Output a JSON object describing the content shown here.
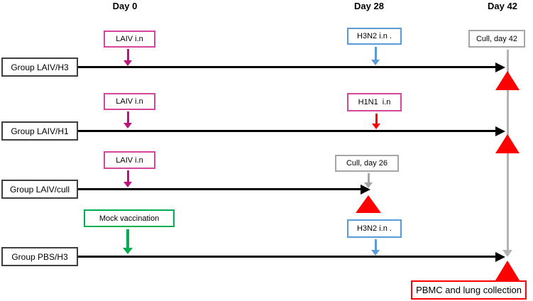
{
  "diagram": {
    "day_headers": [
      {
        "label": "Day 0"
      },
      {
        "label": "Day 28"
      },
      {
        "label": "Day 42"
      }
    ],
    "groups": [
      {
        "label": "Group LAIV/H3"
      },
      {
        "label": "Group LAIV/H1"
      },
      {
        "label": "Group LAIV/cull"
      },
      {
        "label": "Group PBS/H3"
      }
    ],
    "events": {
      "laiv_row1": {
        "label": "LAIV i.n"
      },
      "laiv_row2": {
        "label": "LAIV i.n"
      },
      "laiv_row3": {
        "label": "LAIV i.n"
      },
      "mock": {
        "label": "Mock vaccination"
      },
      "h3n2_row1": {
        "label": "H3N2 i.n ."
      },
      "h1n1_row2": {
        "label": "H1N1  i.n"
      },
      "cull_day26": {
        "label": "Cull, day 26"
      },
      "h3n2_row4": {
        "label": "H3N2 i.n ."
      },
      "cull_day42": {
        "label": "Cull, day 42"
      },
      "pbmc": {
        "label": "PBMC and lung collection"
      }
    },
    "colors": {
      "laiv_box_border": "#d6479c",
      "laiv_arrow": "#c0127c",
      "challenge_blue": "#5b9bd5",
      "challenge_red": "#ff0000",
      "mock_green": "#00b050",
      "cull_gray": "#a6a6a6",
      "cull_line_gray": "#b3b3b3",
      "marker_red": "#ff0000",
      "timeline_black": "#000000"
    }
  }
}
